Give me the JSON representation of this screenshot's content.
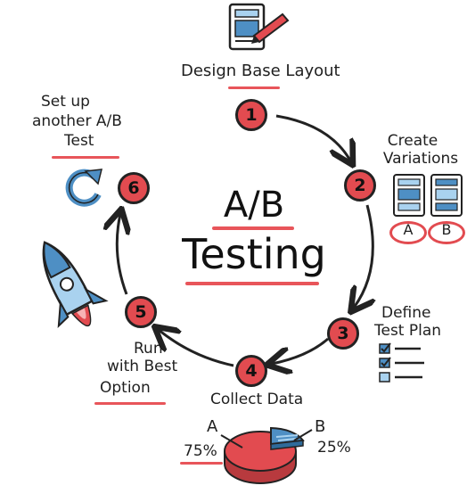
{
  "title": {
    "line1": "A/B",
    "line2": "Testing"
  },
  "steps": [
    {
      "number": "1",
      "label": "Design Base Layout"
    },
    {
      "number": "2",
      "label_line1": "Create",
      "label_line2": "Variations"
    },
    {
      "number": "3",
      "label_line1": "Define",
      "label_line2": "Test Plan"
    },
    {
      "number": "4",
      "label": "Collect Data"
    },
    {
      "number": "5",
      "label_line1": "Run",
      "label_line2": "with Best",
      "label_line3": "Option"
    },
    {
      "number": "6",
      "label_line1": "Set up",
      "label_line2": "another A/B",
      "label_line3": "Test"
    }
  ],
  "variations": {
    "a": "A",
    "b": "B"
  },
  "pie": {
    "a_label": "A",
    "a_value": "75%",
    "b_label": "B",
    "b_value": "25%",
    "a_share": 75,
    "b_share": 25
  },
  "colors": {
    "accent": "#e24b50",
    "blue": "#4e8fc4",
    "light_blue": "#a9d2ef",
    "ink": "#1f1f1f"
  },
  "icons": [
    "layout-pencil-icon",
    "variation-screen-icon",
    "checklist-icon",
    "pie-chart-icon",
    "rocket-icon",
    "refresh-icon"
  ]
}
